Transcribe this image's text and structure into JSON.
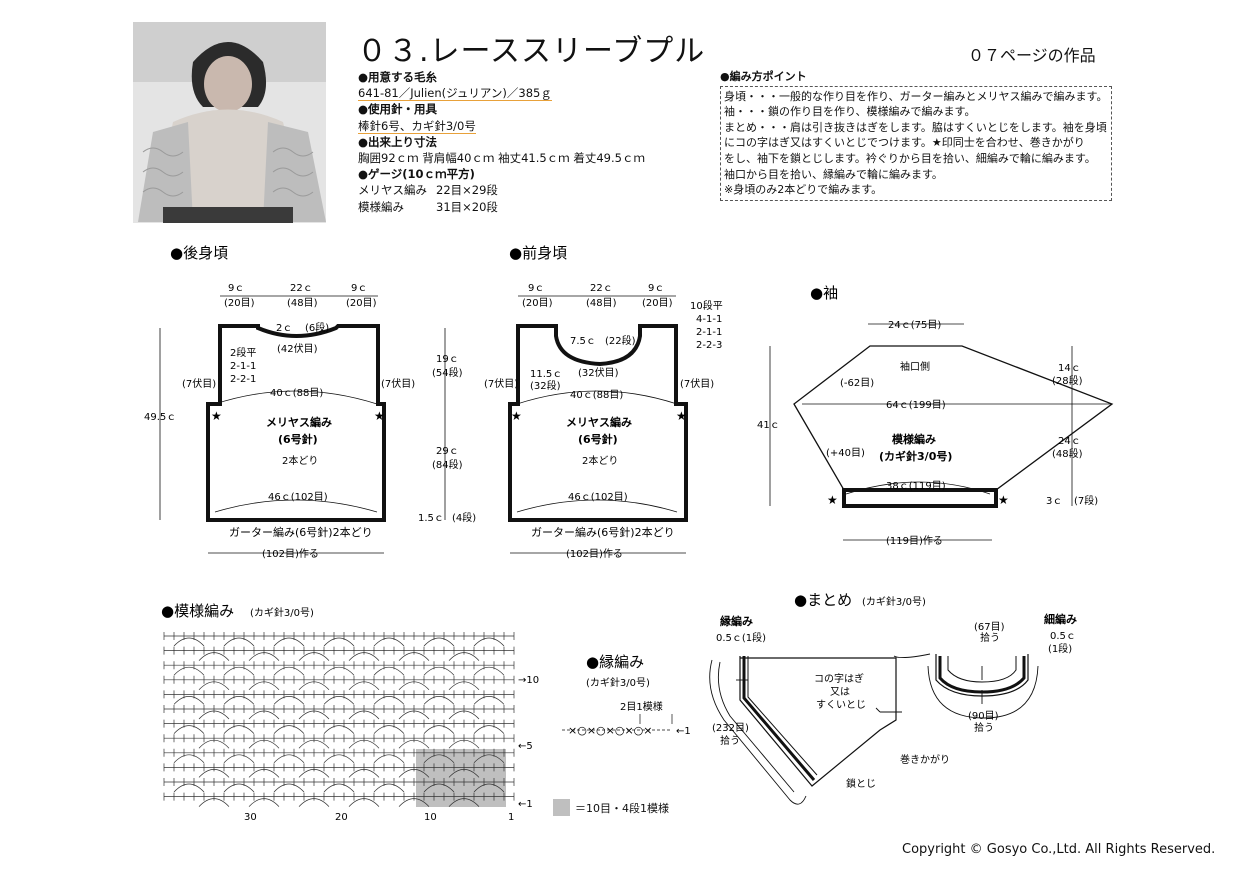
{
  "header": {
    "title": "０３.レーススリーブプル",
    "page_ref": "０７ページの作品"
  },
  "materials": {
    "yarn_heading": "●用意する毛糸",
    "yarn_value": "641-81／Julien(ジュリアン)／385ｇ",
    "needles_heading": "●使用針・用具",
    "needles_value": "棒針6号、カギ針3/0号",
    "size_heading": "●出来上り寸法",
    "size_value": "胸囲92ｃｍ 背肩幅40ｃｍ 袖丈41.5ｃｍ 着丈49.5ｃｍ",
    "gauge_heading": "●ゲージ(10ｃｍ平方)",
    "gauge_rows": [
      {
        "name": "メリヤス編み",
        "value": "22目×29段"
      },
      {
        "name": "模様編み",
        "value": "31目×20段"
      }
    ]
  },
  "points": {
    "heading": "●編み方ポイント",
    "lines": [
      "身頃・・・一般的な作り目を作り、ガーター編みとメリヤス編みで編みます。",
      "袖・・・鎖の作り目を作り、模様編みで編みます。",
      "まとめ・・・肩は引き抜きはぎをします。脇はすくいとじをします。袖を身頃",
      "にコの字はぎ又はすくいとじでつけます。★印同士を合わせ、巻きかがり",
      "をし、袖下を鎖とじします。衿ぐりから目を拾い、細編みで輪に編みます。",
      "袖口から目を拾い、縁編みで輪に編みます。",
      "※身頃のみ2本どりで編みます。"
    ]
  },
  "sections": {
    "back": "●後身頃",
    "front": "●前身頃",
    "sleeve": "●袖",
    "pattern": "●模様編み",
    "pattern_note": "(カギ針3/0号)",
    "edging": "●縁編み",
    "edging_note": "(カギ針3/0号)",
    "finishing": "●まとめ",
    "finishing_note": "(カギ針3/0号)"
  },
  "back": {
    "top_left": "9ｃ",
    "top_left_st": "(20目)",
    "top_mid": "22ｃ",
    "top_mid_st": "(48目)",
    "top_right": "9ｃ",
    "top_right_st": "(20目)",
    "neck": "2ｃ",
    "neck_rows": "(6段)",
    "neck_bind": "(42伏目)",
    "dec1": "2段平",
    "dec2": "2-1-1",
    "dec3": "2-2-1",
    "armhole_l": "(7伏目)",
    "armhole_r": "(7伏目)",
    "width_top": "40ｃ(88目)",
    "fabric1": "メリヤス編み",
    "fabric2": "(6号針)",
    "strands": "2本どり",
    "width_bottom": "46ｃ(102目)",
    "height": "49.5ｃ",
    "r_19": "19ｃ",
    "r_54": "(54段)",
    "r_29": "29ｃ",
    "r_84": "(84段)",
    "r_15": "1.5ｃ",
    "r_4": "(4段)",
    "garter": "ガーター編み(6号針)2本どり",
    "cast_on": "(102目)作る"
  },
  "front": {
    "top_left": "9ｃ",
    "top_left_st": "(20目)",
    "top_mid": "22ｃ",
    "top_mid_st": "(48目)",
    "top_right": "9ｃ",
    "top_right_st": "(20目)",
    "neck_depth": "7.5ｃ",
    "neck_rows": "(22段)",
    "neck_bind": "(32伏目)",
    "armhole_depth": "11.5ｃ",
    "armhole_rows": "(32段)",
    "dec1": "10段平",
    "dec2": "4-1-1",
    "dec3": "2-1-1",
    "dec4": "2-2-3",
    "armhole_l": "(7伏目)",
    "armhole_r": "(7伏目)",
    "width_top": "40ｃ(88目)",
    "fabric1": "メリヤス編み",
    "fabric2": "(6号針)",
    "strands": "2本どり",
    "width_bottom": "46ｃ(102目)",
    "garter": "ガーター編み(6号針)2本どり",
    "cast_on": "(102目)作る"
  },
  "sleeve": {
    "top": "24ｃ(75目)",
    "cuff_side": "袖口側",
    "dec": "(-62目)",
    "width_mid": "64ｃ(199目)",
    "fabric1": "模様編み",
    "fabric2": "(カギ針3/0号)",
    "inc": "(+40目)",
    "width_bottom": "38ｃ(119目)",
    "length": "41ｃ",
    "r_14": "14ｃ",
    "r_28": "(28段)",
    "r_24": "24ｃ",
    "r_48": "(48段)",
    "r_3": "3ｃ",
    "r_7": "(7段)",
    "chain": "(119目)作る"
  },
  "pattern": {
    "row10": "→10",
    "row5": "←5",
    "row1": "←1",
    "col30": "30",
    "col20": "20",
    "col10": "10",
    "col1": "1",
    "legend": "＝10目・4段1模様"
  },
  "edging": {
    "repeat": "2目1模様",
    "row1": "←1"
  },
  "finishing": {
    "edging_label": "縁編み",
    "edging_size": "0.5ｃ(1段)",
    "pickup": "(232目)",
    "pickup2": "拾う",
    "join1": "コの字はぎ",
    "join2": "又は",
    "join3": "すくいとじ",
    "whip": "巻きかがり",
    "chain_seam": "鎖とじ",
    "neck_pick": "(67目)",
    "neck_pick2": "拾う",
    "sc_label": "細編み",
    "sc_size": "0.5ｃ",
    "sc_rows": "(1段)",
    "neck_pick_b": "(90目)",
    "neck_pick_b2": "拾う"
  },
  "footer": {
    "copyright": "Copyright © Gosyo Co.,Ltd. All Rights Reserved."
  }
}
